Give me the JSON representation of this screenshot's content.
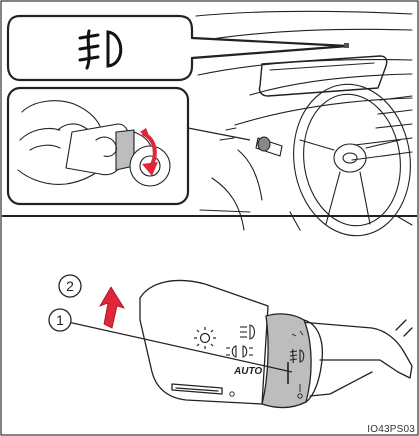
{
  "figure": {
    "code": "IO43PS03",
    "callouts": [
      "1",
      "2"
    ]
  },
  "labels": {
    "switch_auto": "AUTO"
  },
  "icons": {
    "top_callout": "front-fog-light-icon",
    "knob_fog": "front-fog-light-icon",
    "lever_headlight": "headlight-icon",
    "lever_parking": "parking-light-icon",
    "lever_sun": "light-off-icon"
  },
  "colors": {
    "line": "#222222",
    "ring_gray": "#bdbdbd",
    "arrow_red": "#e0263b",
    "frame": "#333333"
  }
}
